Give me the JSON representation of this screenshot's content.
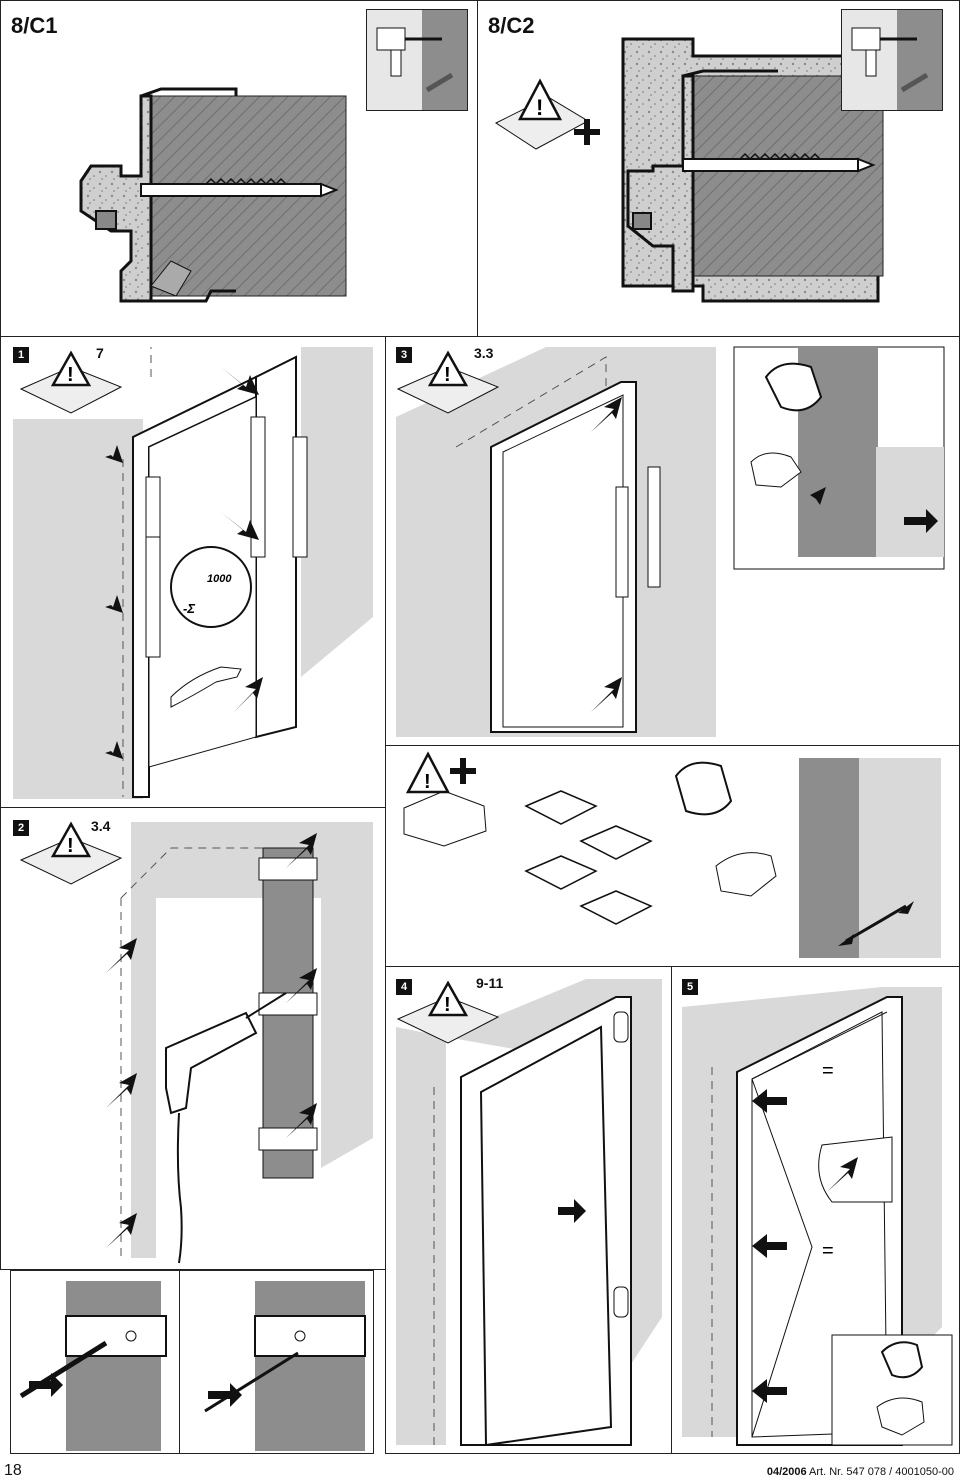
{
  "panels": {
    "c1": {
      "title": "8/C1"
    },
    "c2": {
      "title": "8/C2"
    },
    "step1": {
      "badge": "1",
      "ref": "7"
    },
    "step3": {
      "badge": "3",
      "ref": "3.3"
    },
    "step2": {
      "badge": "2",
      "ref": "3.4"
    },
    "step4": {
      "badge": "4",
      "ref": "9-11"
    },
    "step5": {
      "badge": "5"
    }
  },
  "detail_level_mark": "1000",
  "detail_level_symbol": "-Σ",
  "equal_sign": "=",
  "footer": {
    "page_number": "18",
    "date": "04/2006",
    "art_label": "Art. Nr.",
    "art_number": "547 078 / 4001050-00"
  },
  "icons": [
    "warning-triangle-icon",
    "manual-icon",
    "plus-icon",
    "drill-icon",
    "hammer-icon",
    "arrow-icon"
  ]
}
